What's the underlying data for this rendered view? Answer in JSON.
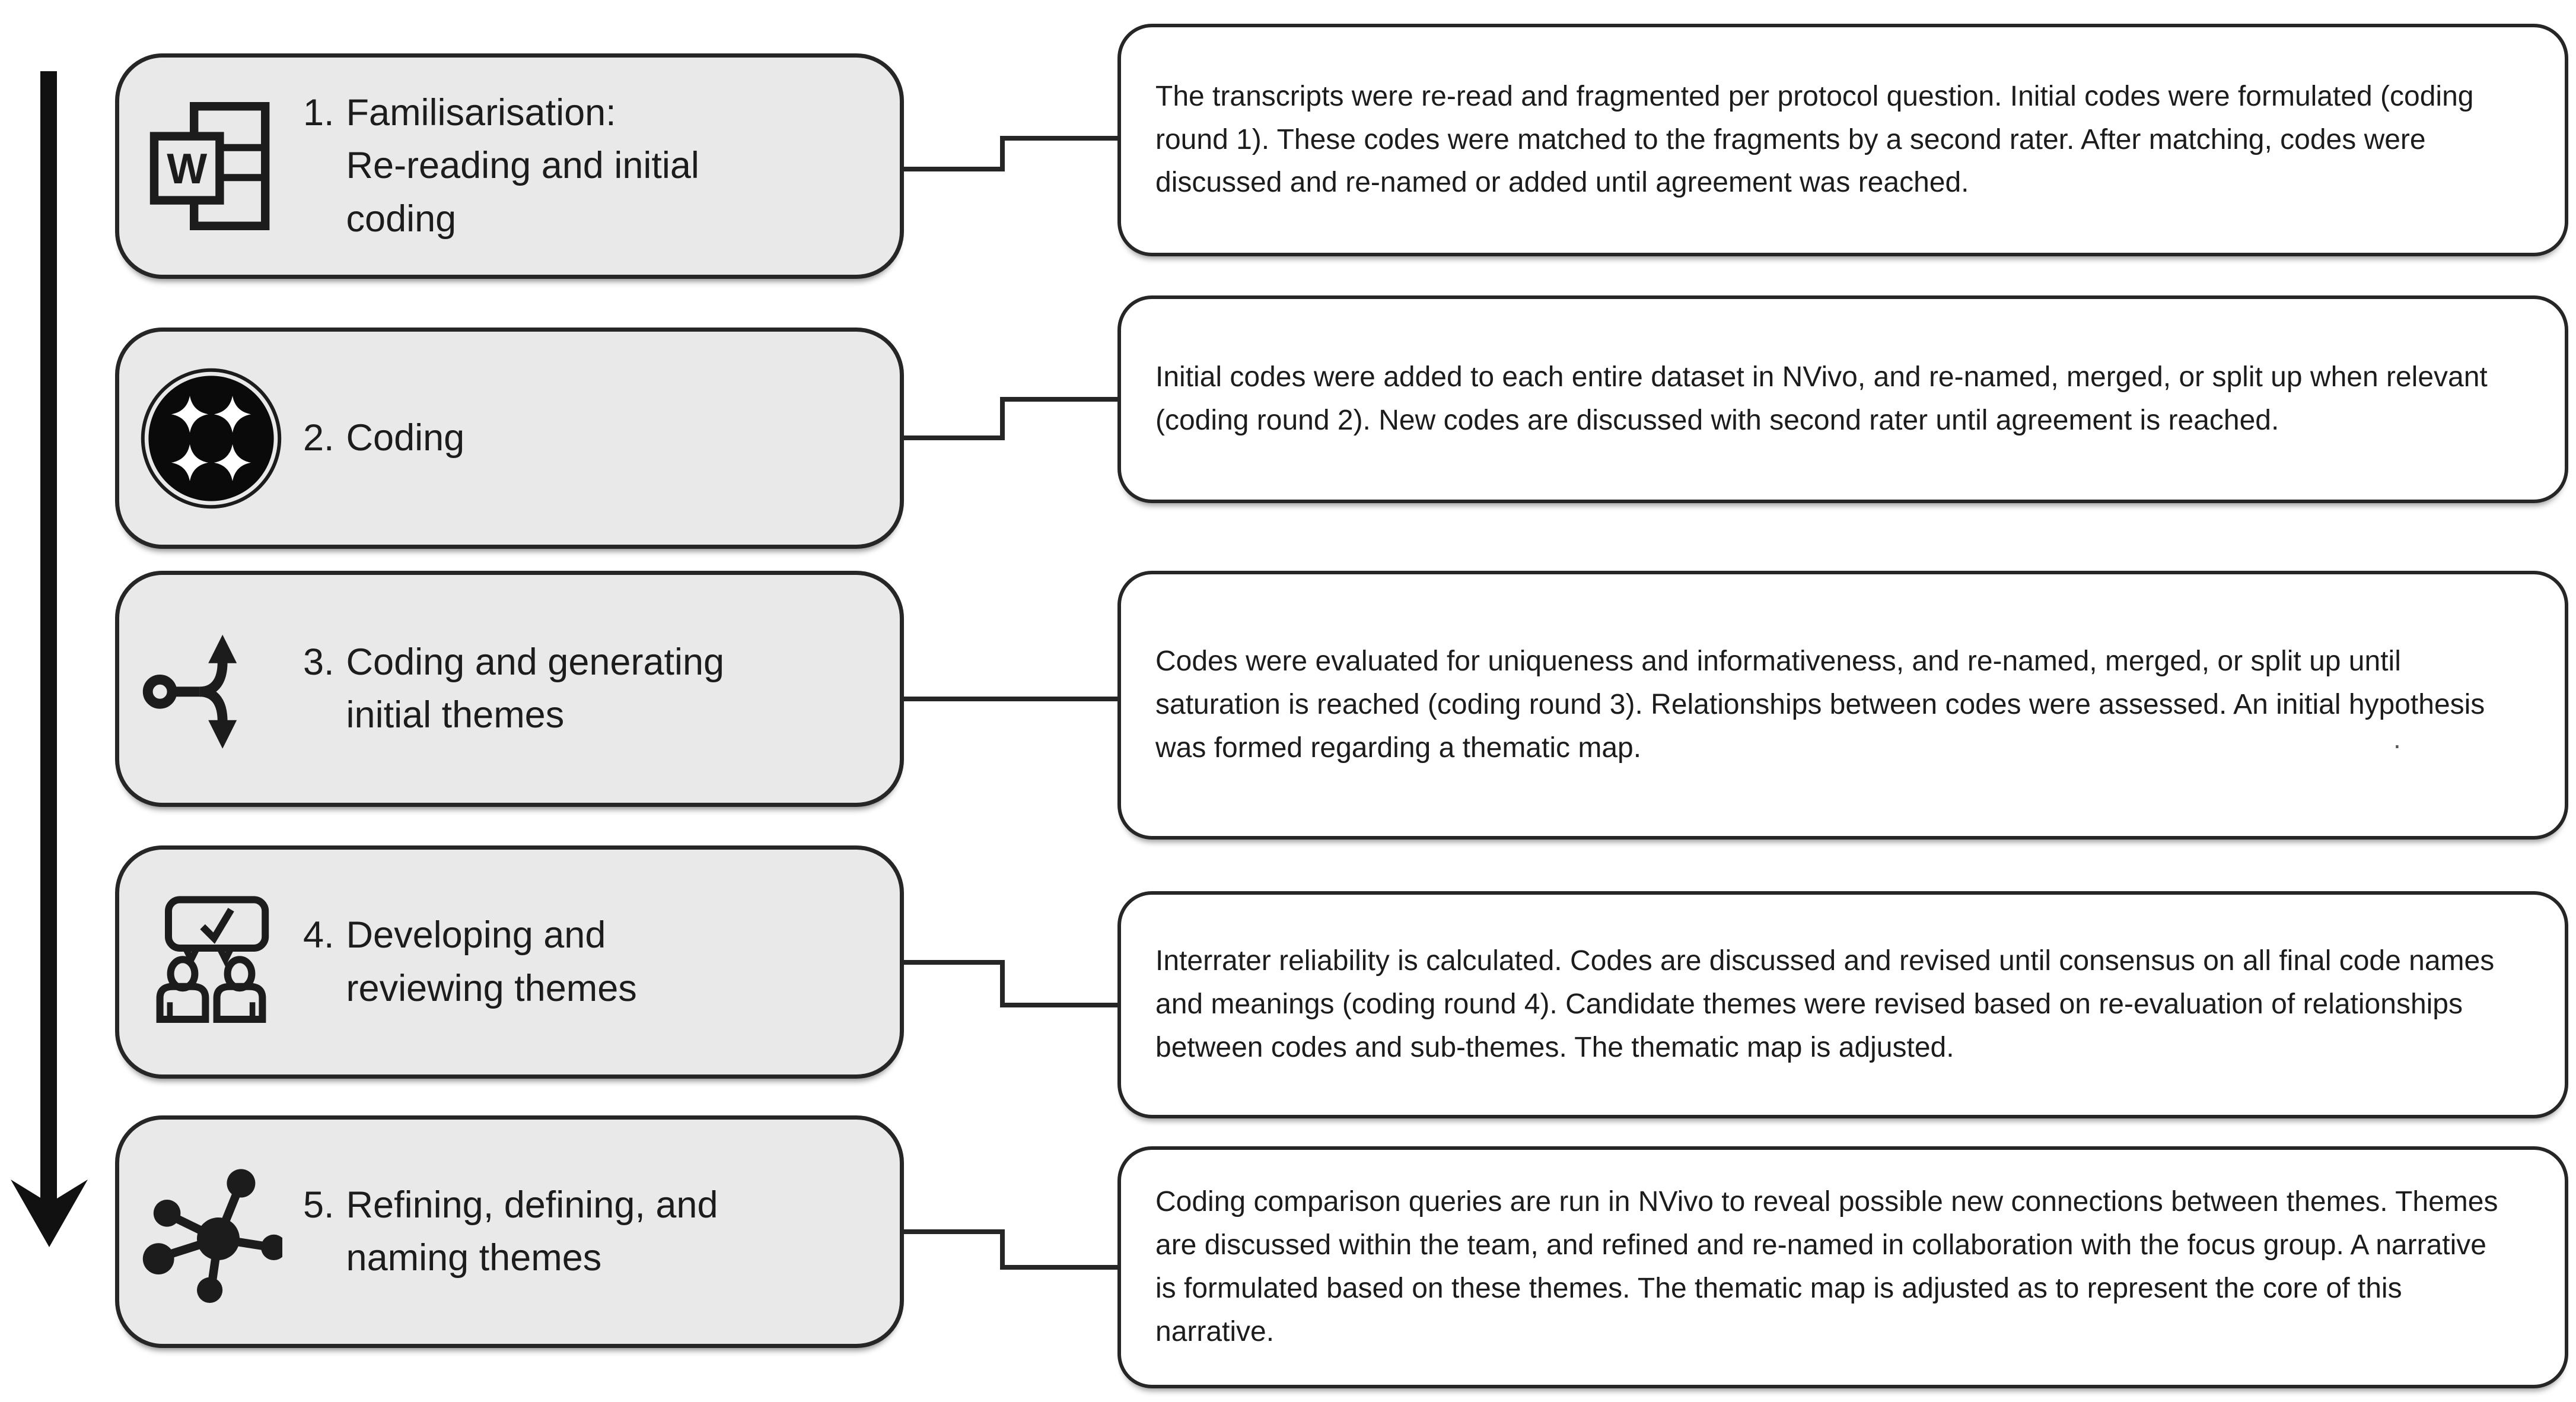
{
  "figure": {
    "type": "process-flow-diagram",
    "subject": "Thematic analysis coding procedure (NVivo)",
    "direction": "top-to-bottom",
    "colors": {
      "step_box_fill": "#e9e9e9",
      "box_border": "#262626",
      "desc_box_fill": "#ffffff",
      "arrow": "#111111",
      "text": "#1c1c1c"
    }
  },
  "arrow": {
    "name": "downward-process-arrow"
  },
  "stray_mark": ".",
  "steps": [
    {
      "num": "1.",
      "title": "Familisarisation:\nRe-reading and initial\ncoding",
      "icon": "word-document-icon",
      "description": "The transcripts were re-read and fragmented per protocol question. Initial codes were formulated (coding round 1). These codes were matched to the fragments by a second rater. After matching, codes were discussed and re-named or added until agreement was reached."
    },
    {
      "num": "2.",
      "title": "Coding",
      "icon": "nvivo-logo-icon",
      "description": "Initial codes were added to each entire dataset in NVivo, and re-named, merged, or split up when relevant (coding round 2). New codes are discussed with second rater until agreement is reached."
    },
    {
      "num": "3.",
      "title": "Coding and generating\ninitial themes",
      "icon": "branch-split-icon",
      "description": "Codes were evaluated for uniqueness and informativeness, and re-named, merged, or split up until saturation is reached (coding round 3). Relationships between codes were assessed. An initial hypothesis was formed regarding a thematic map."
    },
    {
      "num": "4.",
      "title": "Developing and\nreviewing themes",
      "icon": "discussion-check-icon",
      "description": "Interrater reliability is calculated. Codes are discussed and revised until consensus on all final code names and meanings (coding round 4). Candidate themes were revised based on re-evaluation of relationships between codes and sub-themes. The thematic map is adjusted."
    },
    {
      "num": "5.",
      "title": "Refining, defining, and\nnaming themes",
      "icon": "network-map-icon",
      "description": "Coding comparison queries are run in NVivo to reveal possible new connections between themes. Themes are discussed within the team, and refined and re-named in collaboration with the focus group. A narrative is formulated based on these themes. The thematic map is adjusted as to represent the core of this narrative."
    }
  ]
}
